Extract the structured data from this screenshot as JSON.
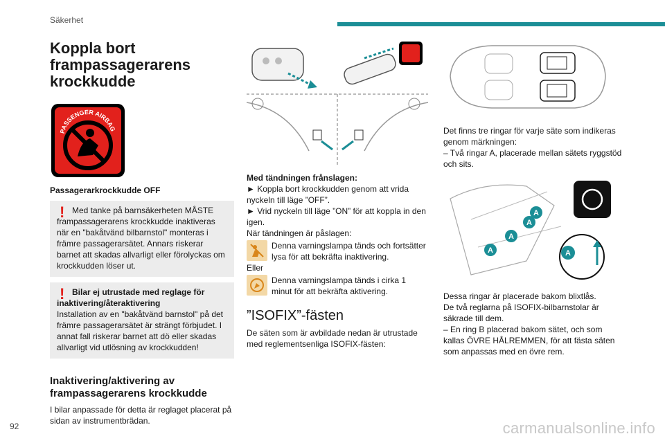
{
  "header": {
    "section": "Säkerhet"
  },
  "footer": {
    "page_number": "92",
    "watermark": "carmanualsonline.info"
  },
  "col1": {
    "title": "Koppla bort frampassagerarens krockkudde",
    "airbag_sign_text": "PASSENGER AIRBAG",
    "caption": "Passagerarkrockkudde OFF",
    "warning1": "Med tanke på barnsäkerheten MÅSTE frampassagerarens krockkudde inaktiveras när en \"bakåtvänd bilbarnstol\" monteras i främre passagerarsätet. Annars riskerar barnet att skadas allvarligt eller förolyckas om krockkudden löser ut.",
    "warning2_title": "Bilar ej utrustade med reglage för inaktivering/återaktivering",
    "warning2_body": "Installation av en \"bakåtvänd barnstol\" på det främre passagerarsätet är strängt förbjudet. I annat fall riskerar barnet att dö eller skadas allvarligt vid utlösning av krockkudden!",
    "subheading": "Inaktivering/aktivering av frampassagerarens krockkudde",
    "body": "I bilar anpassade för detta är reglaget placerat på sidan av instrumentbrädan."
  },
  "col2": {
    "ignition_off": "Med tändningen frånslagen:",
    "step1": "► Koppla bort krockkudden genom att vrida nyckeln till läge ”OFF”.",
    "step2": "► Vrid nyckeln till läge ”ON” för att koppla in den igen.",
    "ignition_on": "När tändningen är påslagen:",
    "lamp1_text": "Denna varningslampa tänds och fortsätter lysa för att bekräfta inaktivering.",
    "or": "Eller",
    "lamp2_text": "Denna varningslampa tänds i cirka 1 minut för att bekräfta aktivering.",
    "heading": "”ISOFIX”-fästen",
    "body": "De säten som är avbildade nedan är utrustade med reglementsenliga ISOFIX-fästen:"
  },
  "col3": {
    "p1": "Det finns tre ringar för varje säte som indikeras genom märkningen:",
    "p2": "– Två ringar A, placerade mellan sätets ryggstöd och sits.",
    "p3": "Dessa ringar är placerade bakom blixtlås.",
    "p4": "De två reglarna på ISOFIX-bilbarnstolar är säkrade till dem.",
    "p5": "– En ring B placerad bakom sätet, och som kallas ÖVRE HÅLREMMEN, för att fästa säten som anpassas med en övre rem.",
    "label_a": "A"
  },
  "colors": {
    "accent": "#1b8e96",
    "warning": "#e2211c",
    "box": "#ececec"
  }
}
